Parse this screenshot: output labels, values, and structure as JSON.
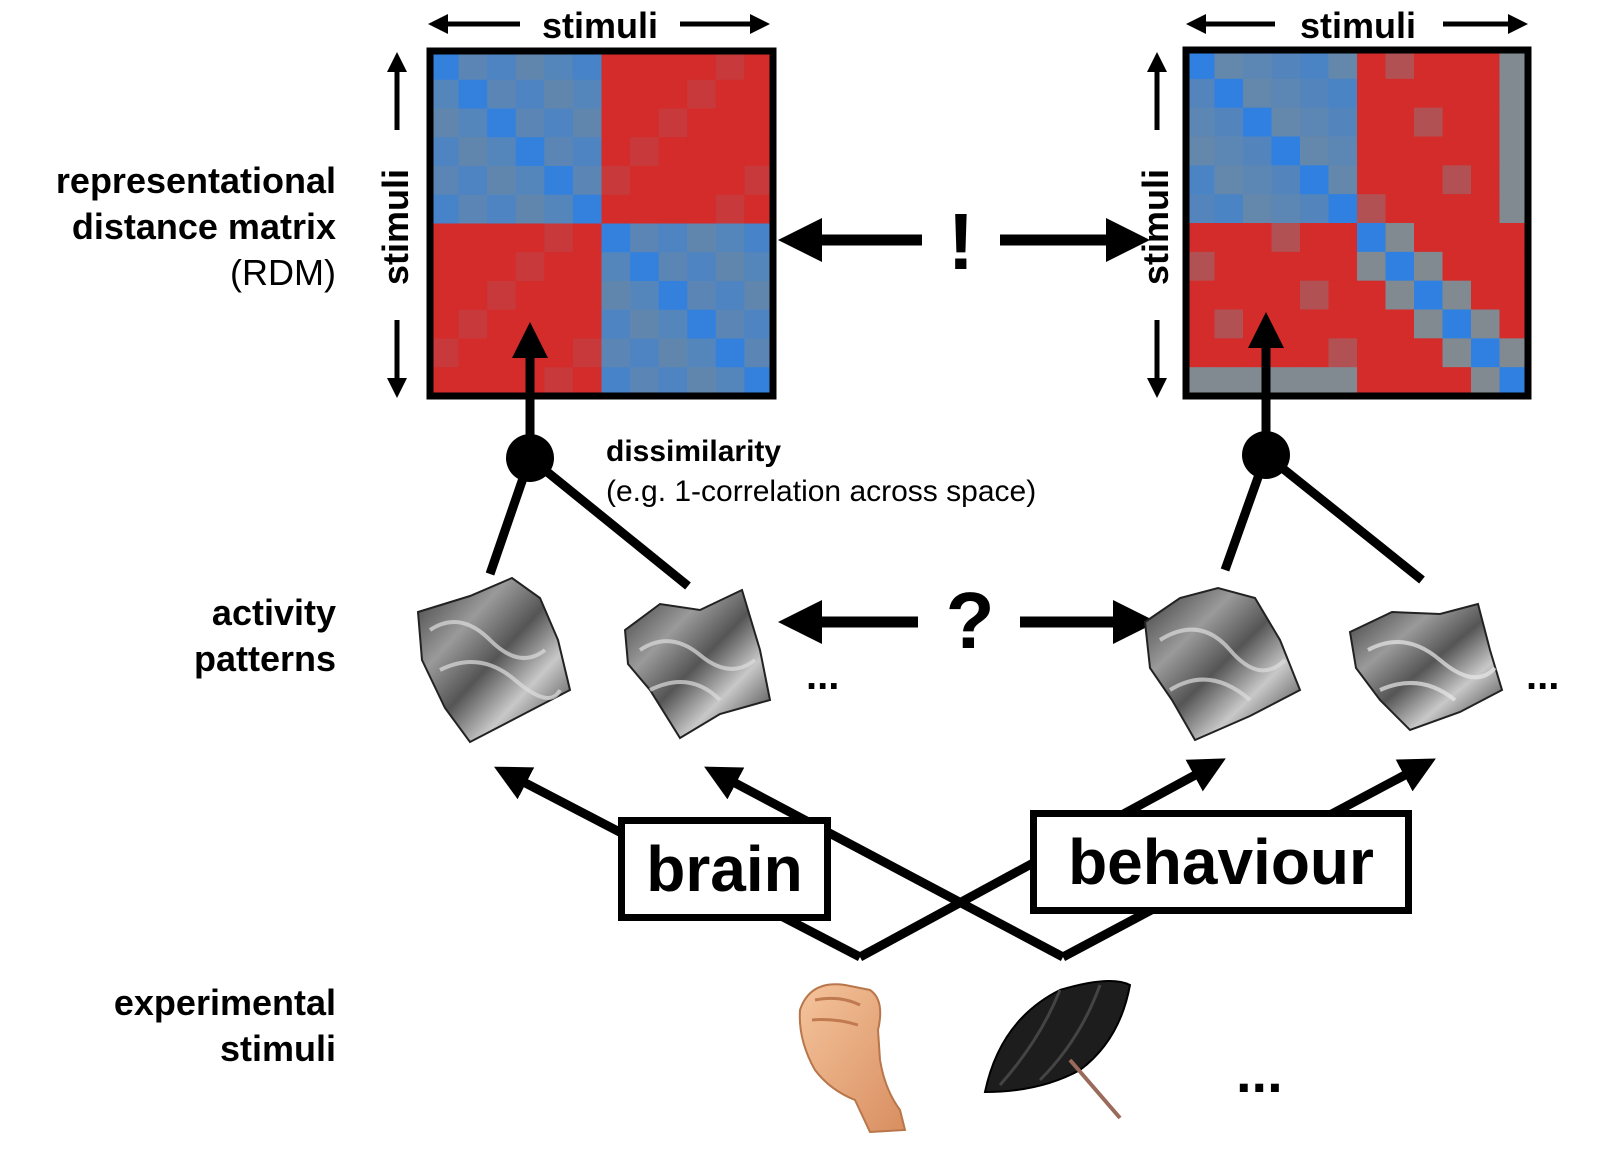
{
  "labels": {
    "rdm_line1": "representational",
    "rdm_line2": "distance matrix",
    "rdm_line3": "(RDM)",
    "activity_line1": "activity",
    "activity_line2": "patterns",
    "stim_line1": "experimental",
    "stim_line2": "stimuli"
  },
  "matrix_axis_label": "stimuli",
  "dissimilarity": {
    "title": "dissimilarity",
    "note": "(e.g. 1-correlation across space)"
  },
  "compare_rdm_symbol": "!",
  "compare_patterns_symbol": "?",
  "ellipsis": "...",
  "brain_label": "brain",
  "behaviour_label": "behaviour",
  "icons": [
    "hand-photo-icon",
    "umbrella-photo-icon",
    "activity-surface-icon"
  ],
  "colors": {
    "similar": "#2f80e0",
    "dissimilar": "#d42b2b",
    "neutral": "#808a90"
  }
}
